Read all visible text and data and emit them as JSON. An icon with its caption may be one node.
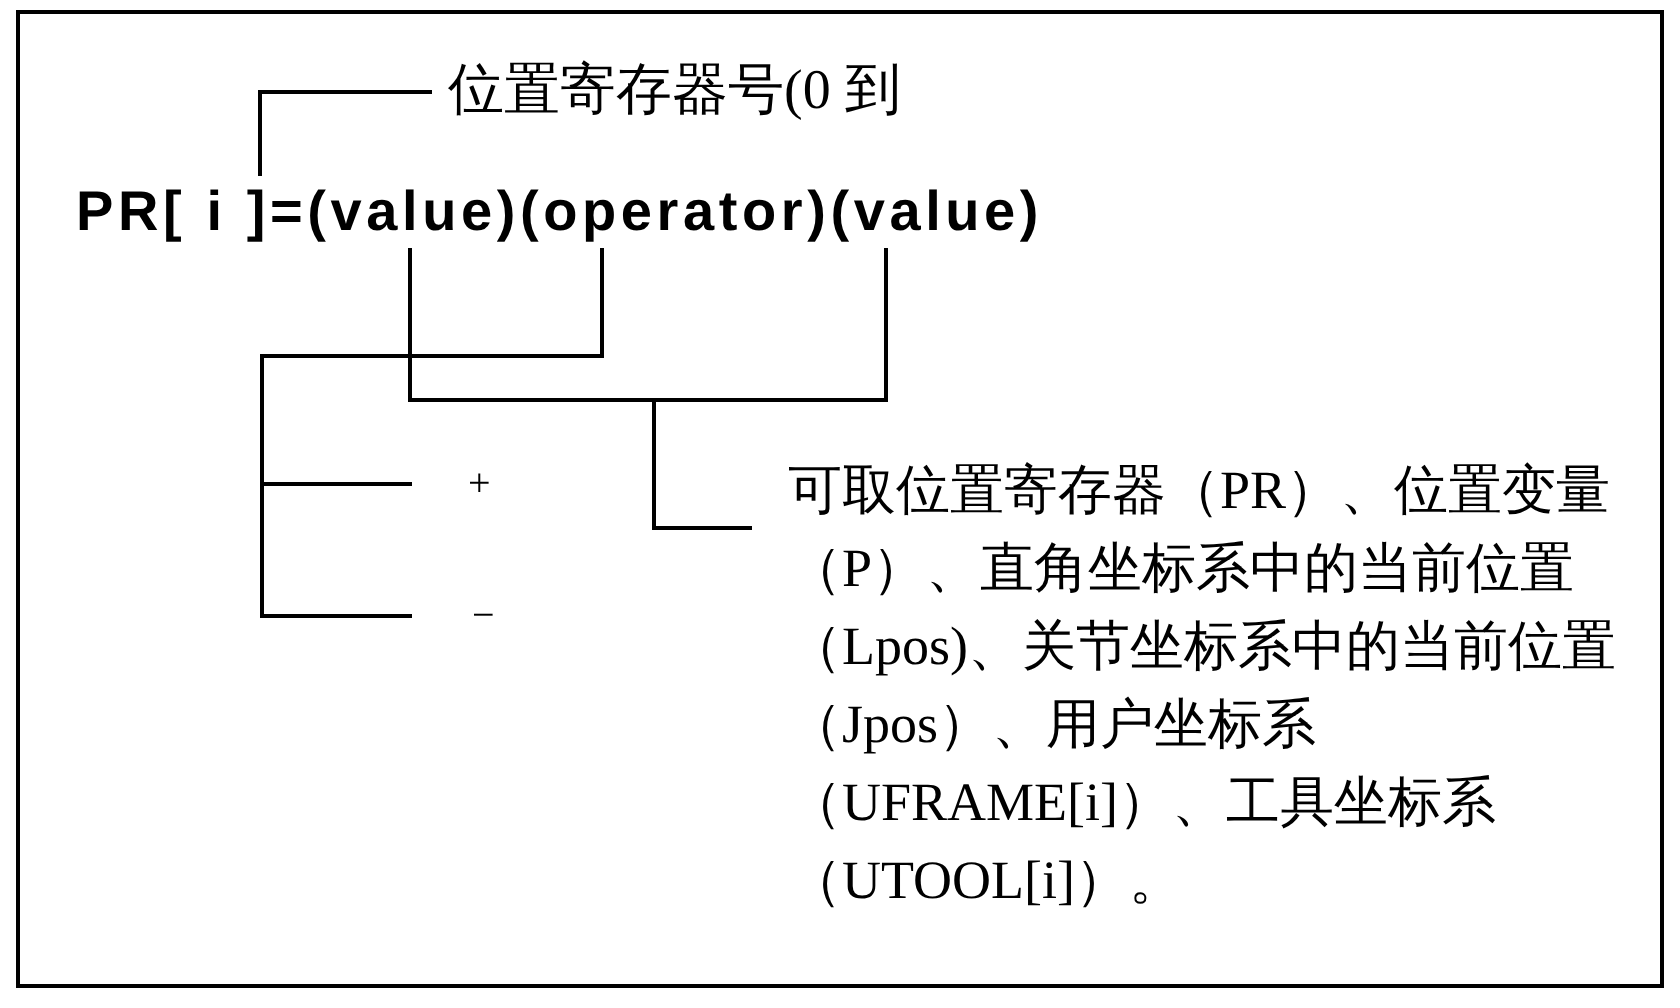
{
  "diagram": {
    "nodes": [
      {
        "text": [
          "PR[ i ]=(value)(operator)(value)"
        ]
      },
      {
        "text": [
          "位置寄存器号(0 到"
        ]
      },
      {
        "text": [
          "+"
        ]
      },
      {
        "text": [
          "−"
        ]
      },
      {
        "text": [
          "可取位置寄存器（PR）、位置变量（P）、直角坐标系中的当前位置（Lpos)、关节坐标系中的当前位置（Jpos）、用户坐标系（UFRAME[i]）、工具坐标系（UTOOL[i]）。"
        ]
      }
    ],
    "edges": [
      {
        "from": 1,
        "to": 0,
        "arrow": "none"
      },
      {
        "from": 2,
        "to": 0,
        "arrow": "none"
      },
      {
        "from": 3,
        "to": 0,
        "arrow": "none"
      },
      {
        "from": 4,
        "to": 0,
        "arrow": "none"
      },
      {
        "from": 4,
        "to": 0,
        "arrow": "none"
      }
    ]
  }
}
